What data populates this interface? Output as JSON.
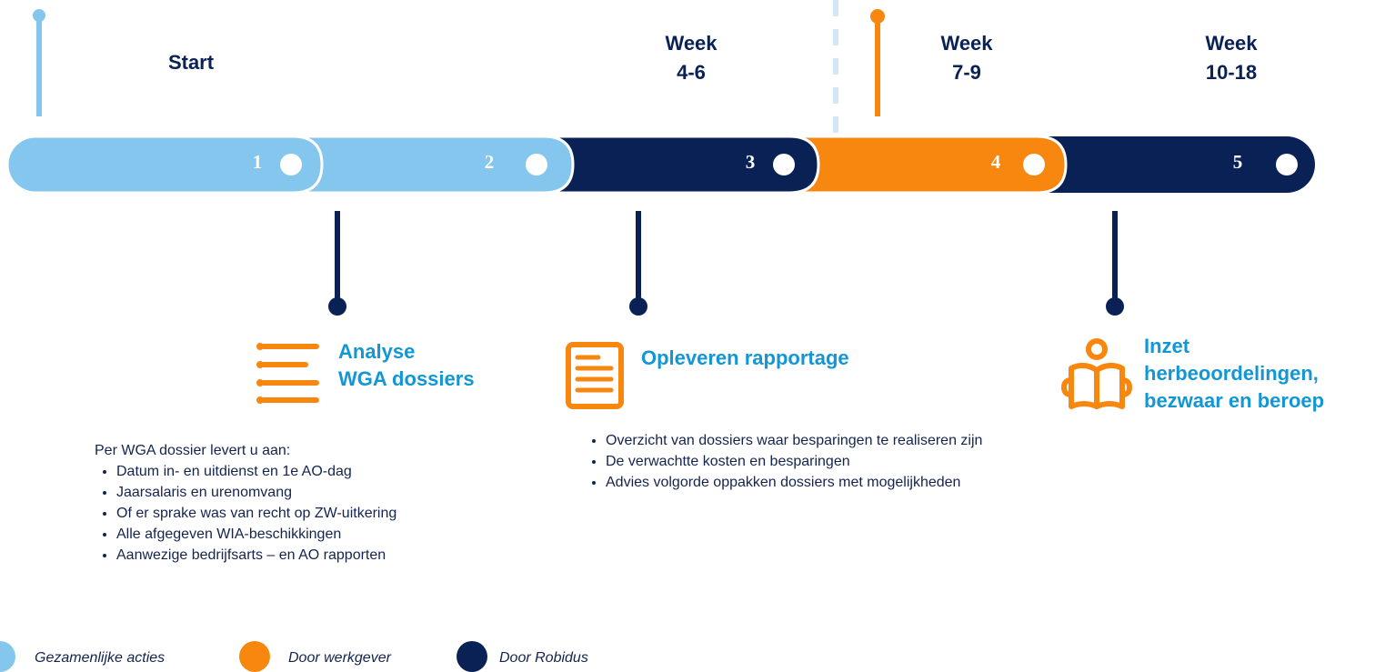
{
  "colors": {
    "light_blue": "#84c6ee",
    "navy": "#0a2156",
    "orange": "#f7870f",
    "accent_blue": "#1296d6"
  },
  "headers": {
    "start": "Start",
    "week_4_6": [
      "Week",
      "4-6"
    ],
    "week_7_9": [
      "Week",
      "7-9"
    ],
    "week_10_18": [
      "Week",
      "10-18"
    ]
  },
  "segments": [
    {
      "number": "1",
      "color": "light_blue"
    },
    {
      "number": "2",
      "color": "light_blue"
    },
    {
      "number": "3",
      "color": "navy"
    },
    {
      "number": "4",
      "color": "orange"
    },
    {
      "number": "5",
      "color": "navy"
    }
  ],
  "milestones": [
    {
      "icon": "list-icon",
      "title": [
        "Analyse",
        "WGA dossiers"
      ],
      "intro": "Per WGA dossier levert u aan:",
      "items": [
        "Datum in- en uitdienst en 1e AO-dag",
        "Jaarsalaris en urenomvang",
        "Of er sprake was van recht op ZW-uitkering",
        "Alle afgegeven WIA-beschikkingen",
        "Aanwezige bedrijfsarts – en AO rapporten"
      ]
    },
    {
      "icon": "document-icon",
      "title": [
        "Opleveren rapportage"
      ],
      "items": [
        "Overzicht van dossiers waar besparingen te realiseren zijn",
        "De verwachtte kosten en besparingen",
        "Advies volgorde oppakken dossiers met mogelijkheden"
      ]
    },
    {
      "icon": "reading-person-icon",
      "title": [
        "Inzet",
        "herbeoordelingen,",
        "bezwaar en beroep"
      ]
    }
  ],
  "legend": [
    {
      "label": "Gezamenlijke acties",
      "color": "light_blue"
    },
    {
      "label": "Door werkgever",
      "color": "orange"
    },
    {
      "label": "Door Robidus",
      "color": "navy"
    }
  ]
}
